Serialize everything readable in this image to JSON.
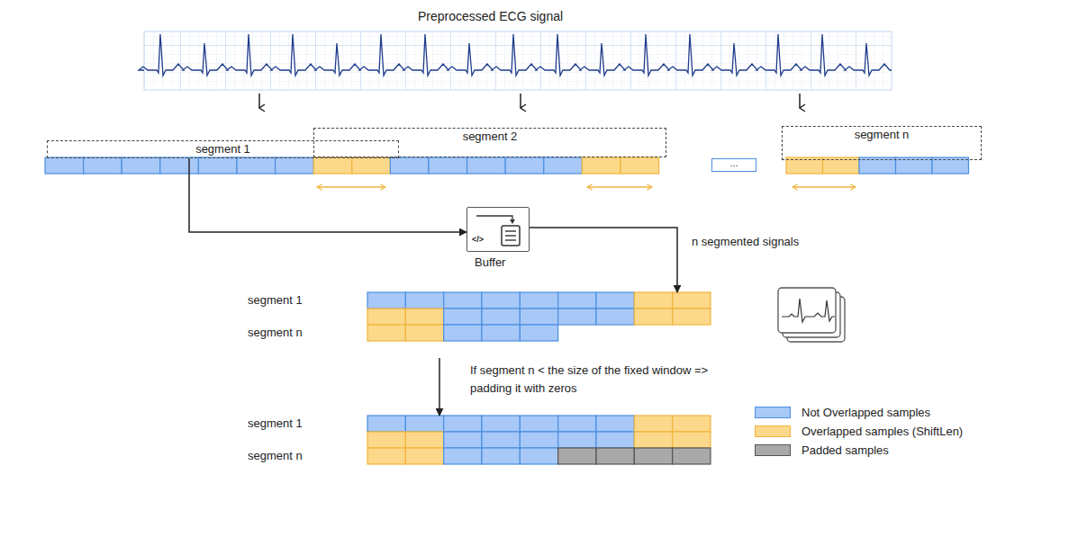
{
  "diagram": {
    "title": "Preprocessed ECG signal",
    "nodes": [
      {
        "text": [
          "segment 1"
        ]
      },
      {
        "text": [
          "segment 2"
        ]
      },
      {
        "text": [
          "..."
        ]
      },
      {
        "text": [
          "segment n"
        ]
      },
      {
        "text": [
          "</>",
          "Buffer"
        ]
      },
      {
        "text": [
          "segment 1",
          "segment n"
        ]
      },
      {
        "text": [
          "segment 1",
          "segment n"
        ]
      }
    ],
    "edges": [
      {
        "from": 0,
        "to": 4,
        "arrow": "to"
      },
      {
        "from": 4,
        "to": 5,
        "arrow": "to",
        "label": "n segmented signals"
      },
      {
        "from": 5,
        "to": 6,
        "arrow": "to",
        "label": "If segment n < the size of the fixed window => padding it with zeros"
      }
    ],
    "legend": [
      {
        "text": "Not Overlapped samples",
        "color": "#a8c8f8"
      },
      {
        "text": "Overlapped samples (ShiftLen)",
        "color": "#fcd88a"
      },
      {
        "text": "Padded samples",
        "color": "#a9a9a9"
      }
    ]
  }
}
